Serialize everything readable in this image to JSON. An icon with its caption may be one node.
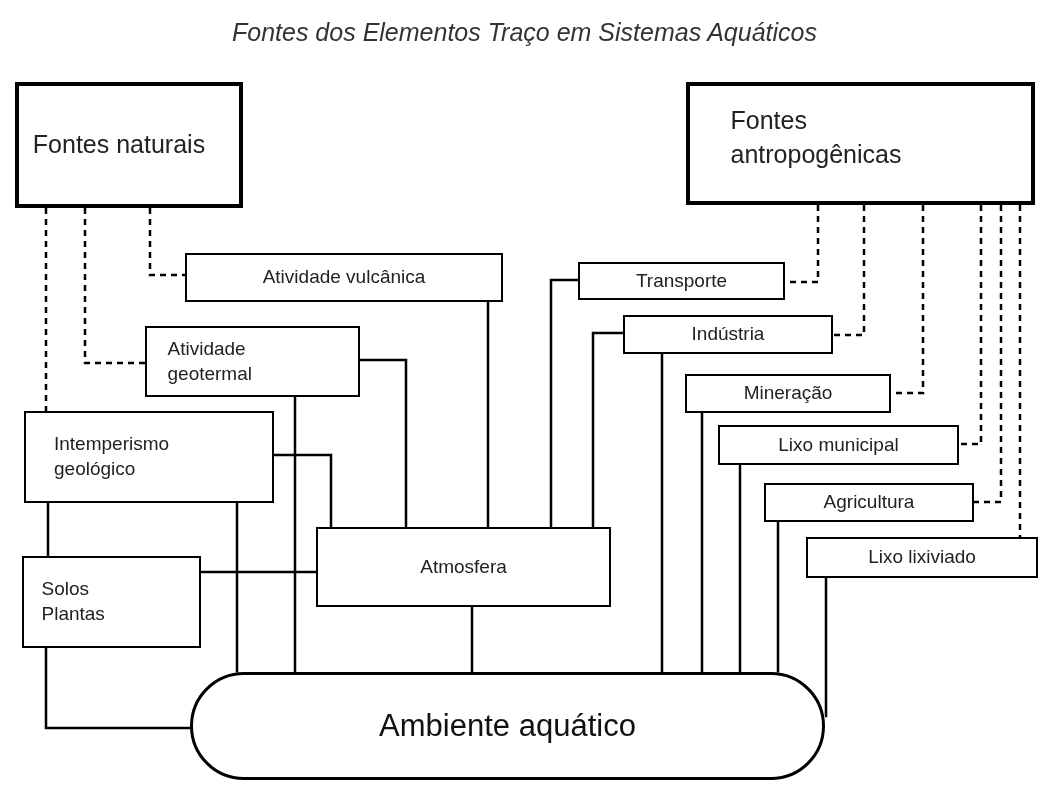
{
  "diagram": {
    "title": "Fontes dos Elementos Traço em Sistemas Aquáticos",
    "nodes": [
      {
        "text": [
          "Fontes naturais"
        ]
      },
      {
        "text": [
          "Fontes antropogênicas"
        ]
      },
      {
        "text": [
          "Atividade vulcânica"
        ]
      },
      {
        "text": [
          "Atividade geotermal"
        ]
      },
      {
        "text": [
          "Intemperismo geológico"
        ]
      },
      {
        "text": [
          "Transporte"
        ]
      },
      {
        "text": [
          "Indústria"
        ]
      },
      {
        "text": [
          "Mineração"
        ]
      },
      {
        "text": [
          "Lixo municipal"
        ]
      },
      {
        "text": [
          "Agricultura"
        ]
      },
      {
        "text": [
          "Atmosfera"
        ]
      },
      {
        "text": [
          "Lixo lixiviado"
        ]
      },
      {
        "text": [
          "Solos Plantas"
        ]
      },
      {
        "text": [
          "Ambiente aquático"
        ]
      }
    ],
    "edges": [
      {
        "from": 0,
        "to": 4,
        "arrow": "none",
        "style": "dashed"
      },
      {
        "from": 0,
        "to": 3,
        "arrow": "none",
        "style": "dashed"
      },
      {
        "from": 0,
        "to": 2,
        "arrow": "none",
        "style": "dashed"
      },
      {
        "from": 1,
        "to": 5,
        "arrow": "none",
        "style": "dashed"
      },
      {
        "from": 1,
        "to": 6,
        "arrow": "none",
        "style": "dashed"
      },
      {
        "from": 1,
        "to": 7,
        "arrow": "none",
        "style": "dashed"
      },
      {
        "from": 1,
        "to": 8,
        "arrow": "none",
        "style": "dashed"
      },
      {
        "from": 1,
        "to": 9,
        "arrow": "none",
        "style": "dashed"
      },
      {
        "from": 1,
        "to": 11,
        "arrow": "none",
        "style": "dashed"
      },
      {
        "from": 2,
        "to": 10,
        "arrow": "none"
      },
      {
        "from": 3,
        "to": 10,
        "arrow": "none"
      },
      {
        "from": 3,
        "to": 13,
        "arrow": "none"
      },
      {
        "from": 4,
        "to": 10,
        "arrow": "none"
      },
      {
        "from": 4,
        "to": 12,
        "arrow": "none"
      },
      {
        "from": 4,
        "to": 13,
        "arrow": "none"
      },
      {
        "from": 12,
        "to": 10,
        "arrow": "none"
      },
      {
        "from": 12,
        "to": 13,
        "arrow": "none"
      },
      {
        "from": 5,
        "to": 10,
        "arrow": "none"
      },
      {
        "from": 6,
        "to": 10,
        "arrow": "none"
      },
      {
        "from": 10,
        "to": 13,
        "arrow": "none"
      },
      {
        "from": 6,
        "to": 13,
        "arrow": "none"
      },
      {
        "from": 7,
        "to": 13,
        "arrow": "none"
      },
      {
        "from": 8,
        "to": 13,
        "arrow": "none"
      },
      {
        "from": 9,
        "to": 13,
        "arrow": "none"
      },
      {
        "from": 11,
        "to": 13,
        "arrow": "none"
      }
    ]
  }
}
